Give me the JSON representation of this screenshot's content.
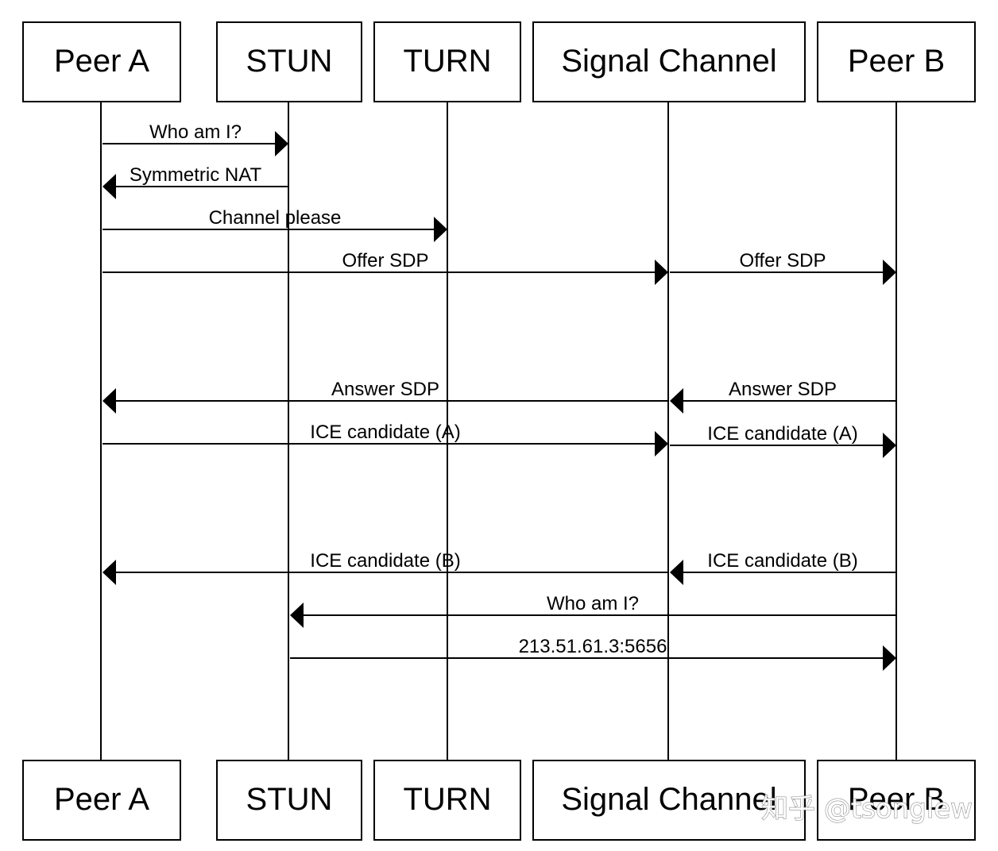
{
  "diagram": {
    "type": "sequence-diagram",
    "participants": [
      {
        "id": "peer_a",
        "label": "Peer A"
      },
      {
        "id": "stun",
        "label": "STUN"
      },
      {
        "id": "turn",
        "label": "TURN"
      },
      {
        "id": "signal",
        "label": "Signal Channel"
      },
      {
        "id": "peer_b",
        "label": "Peer B"
      }
    ],
    "messages": [
      {
        "from": "peer_a",
        "to": "stun",
        "label": "Who am I?"
      },
      {
        "from": "stun",
        "to": "peer_a",
        "label": "Symmetric NAT"
      },
      {
        "from": "peer_a",
        "to": "turn",
        "label": "Channel please"
      },
      {
        "from": "peer_a",
        "to": "signal",
        "label": "Offer SDP"
      },
      {
        "from": "signal",
        "to": "peer_b",
        "label": "Offer SDP"
      },
      {
        "from": "signal",
        "to": "peer_a",
        "label": "Answer SDP"
      },
      {
        "from": "peer_b",
        "to": "signal",
        "label": "Answer SDP"
      },
      {
        "from": "peer_a",
        "to": "signal",
        "label": "ICE candidate (A)"
      },
      {
        "from": "signal",
        "to": "peer_b",
        "label": "ICE candidate (A)"
      },
      {
        "from": "signal",
        "to": "peer_a",
        "label": "ICE candidate (B)"
      },
      {
        "from": "peer_b",
        "to": "signal",
        "label": "ICE candidate (B)"
      },
      {
        "from": "peer_b",
        "to": "stun",
        "label": "Who am I?"
      },
      {
        "from": "stun",
        "to": "peer_b",
        "label": "213.51.61.3:5656"
      }
    ]
  },
  "watermark": {
    "text": "知乎 @tsonglew"
  },
  "colors": {
    "line": "#000000",
    "box_fill": "#ffffff",
    "background": "#ffffff"
  }
}
